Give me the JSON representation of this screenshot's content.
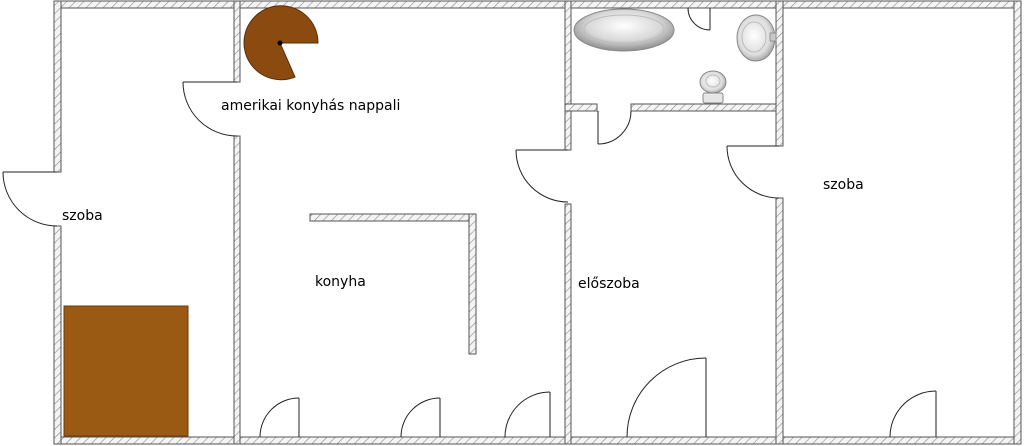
{
  "colors": {
    "wall_fill": "#eeeeee",
    "wall_line": "#555555",
    "door_line": "#222222",
    "furniture_brown": "#8b4a10",
    "bed_brown": "#9a5a14",
    "fixture_gray": "#cccccc"
  },
  "rooms": {
    "living_kitchen": "amerikai konyhás nappali",
    "left_room": "szoba",
    "kitchen": "konyha",
    "hall": "előszoba",
    "right_room": "szoba"
  },
  "icons": [
    "round-table-icon",
    "bathtub-icon",
    "washbasin-icon",
    "toilet-icon",
    "bed-icon"
  ]
}
